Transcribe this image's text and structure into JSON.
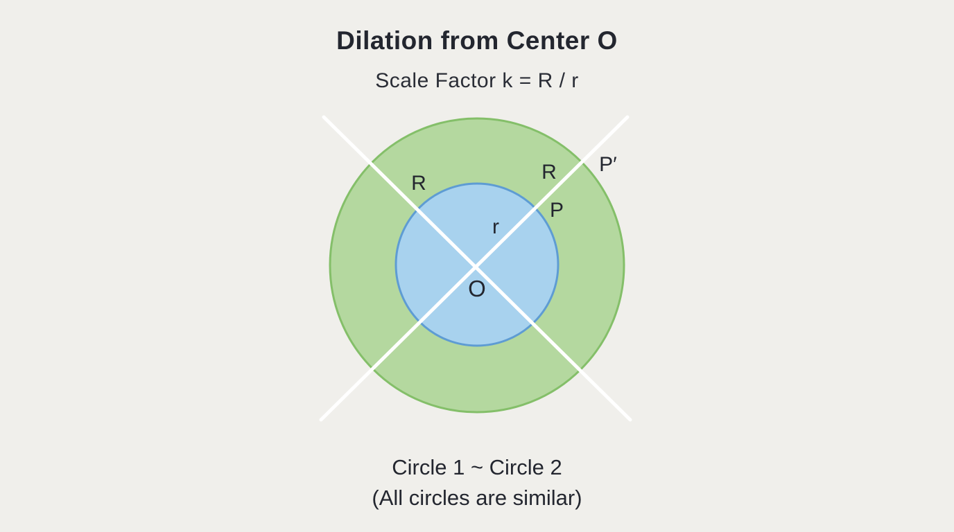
{
  "header": {
    "title": "Dilation from Center O",
    "subtitle": "Scale Factor k = R / r"
  },
  "diagram": {
    "labels": {
      "radius_outer_left": "R",
      "radius_outer_right": "R",
      "point_image": "P′",
      "point_preimage": "P",
      "radius_inner": "r",
      "center": "O"
    },
    "colors": {
      "background": "#f0efeb",
      "outer_circle_fill": "#b4d89f",
      "outer_circle_stroke": "#84bf69",
      "inner_circle_fill": "#a8d2ee",
      "inner_circle_stroke": "#5e9cd3",
      "ray": "#ffffff",
      "text": "#23262f"
    }
  },
  "caption": {
    "line1": "Circle 1 ~ Circle 2",
    "line2": "(All circles are similar)"
  }
}
